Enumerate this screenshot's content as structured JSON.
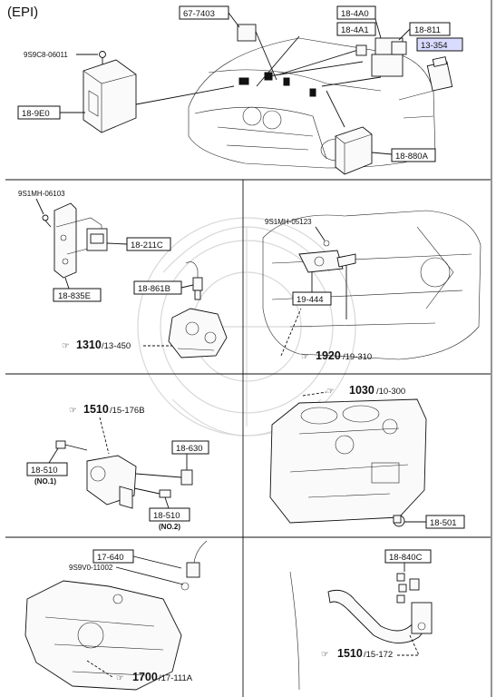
{
  "header": {
    "tag": "(EPI)"
  },
  "colors": {
    "highlight": "#d9dcff",
    "ink": "#111111"
  },
  "sections": {
    "top": {
      "labels": {
        "p67_7403": "67-7403",
        "p18_4A0": "18-4A0",
        "p18_4A1": "18-4A1",
        "p18_811": "18-811",
        "p13_354": "13-354",
        "p9S9C8": "9S9C8-06011",
        "p18_9E0": "18-9E0",
        "p18_880A": "18-880A"
      }
    },
    "mid_left": {
      "labels": {
        "p9S1MH_06103": "9S1MH-06103",
        "p18_211C": "18-211C",
        "p18_835E": "18-835E",
        "p18_861B": "18-861B",
        "ref_num": "1310",
        "ref_sub": "/13-450"
      }
    },
    "mid_right": {
      "labels": {
        "p9S1MH_05123": "9S1MH-05123",
        "p19_444": "19-444",
        "ref_num": "1920",
        "ref_sub": "/19-310"
      }
    },
    "lower_left": {
      "labels": {
        "ref_num": "1510",
        "ref_sub": "/15-176B",
        "p18_630": "18-630",
        "p18_510_a": "18-510",
        "no1": "(NO.1)",
        "p18_510_b": "18-510",
        "no2": "(NO.2)"
      }
    },
    "lower_right": {
      "labels": {
        "ref_num": "1030",
        "ref_sub": "/10-300",
        "p18_501": "18-501"
      }
    },
    "bottom_left": {
      "labels": {
        "p17_640": "17-640",
        "p9S9V0": "9S9V0-11002",
        "ref_num": "1700",
        "ref_sub": "/17-111A"
      }
    },
    "bottom_right": {
      "labels": {
        "p18_840C": "18-840C",
        "ref_num": "1510",
        "ref_sub": "/15-172"
      }
    }
  }
}
